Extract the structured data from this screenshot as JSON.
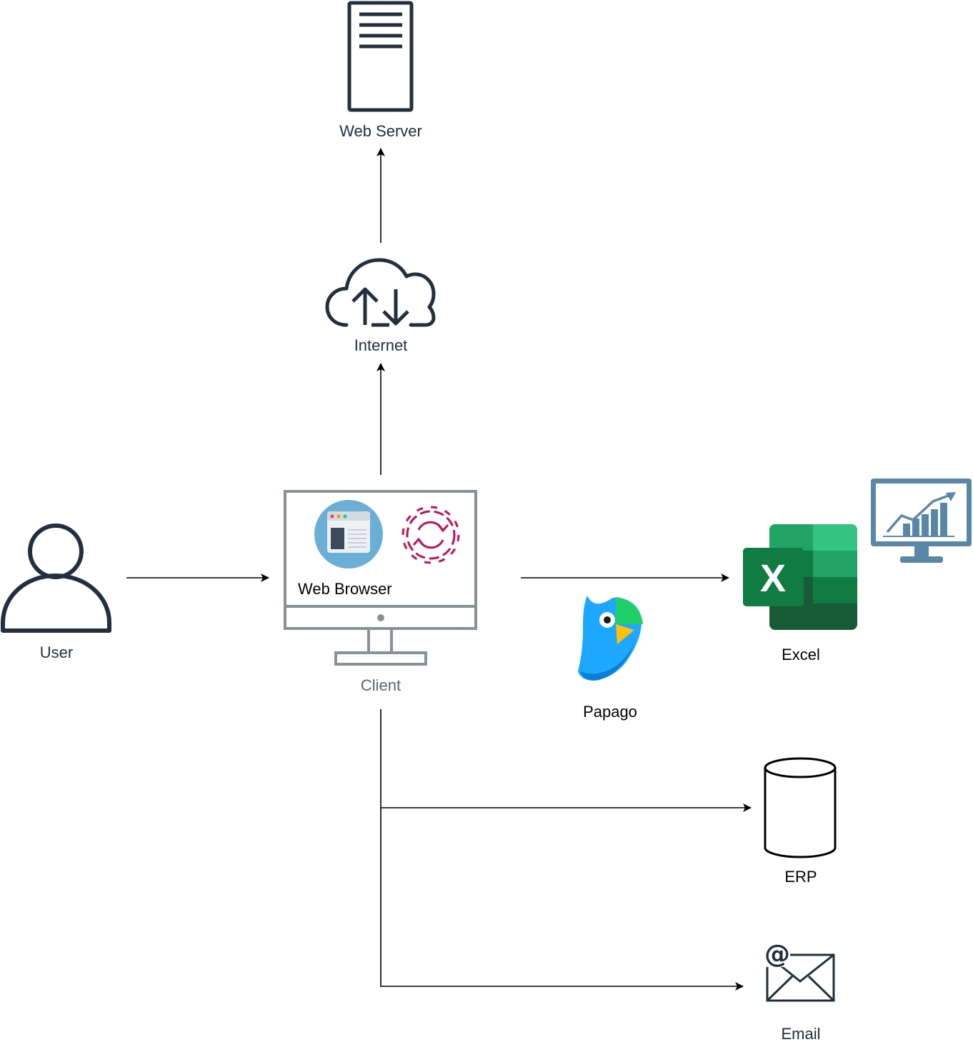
{
  "nodes": {
    "web_server": {
      "label": "Web Server"
    },
    "internet": {
      "label": "Internet"
    },
    "user": {
      "label": "User"
    },
    "client": {
      "label": "Client",
      "inner_label": "Web Browser"
    },
    "papago": {
      "label": "Papago"
    },
    "excel": {
      "label": "Excel",
      "logo_letter": "X"
    },
    "erp": {
      "label": "ERP"
    },
    "email": {
      "label": "Email",
      "at_symbol": "@"
    }
  },
  "edges": [
    {
      "from": "user",
      "to": "client"
    },
    {
      "from": "client",
      "to": "internet"
    },
    {
      "from": "internet",
      "to": "web_server"
    },
    {
      "from": "client",
      "to": "excel"
    },
    {
      "from": "client",
      "to": "erp"
    },
    {
      "from": "client",
      "to": "email"
    }
  ],
  "colors": {
    "icon_dark": "#232f3e",
    "monitor_gray": "#879196",
    "gear_pink": "#bc1356",
    "excel_green": "#107c41",
    "papago_blue": "#1ea7ff",
    "chart_monitor": "#5a87a6"
  }
}
